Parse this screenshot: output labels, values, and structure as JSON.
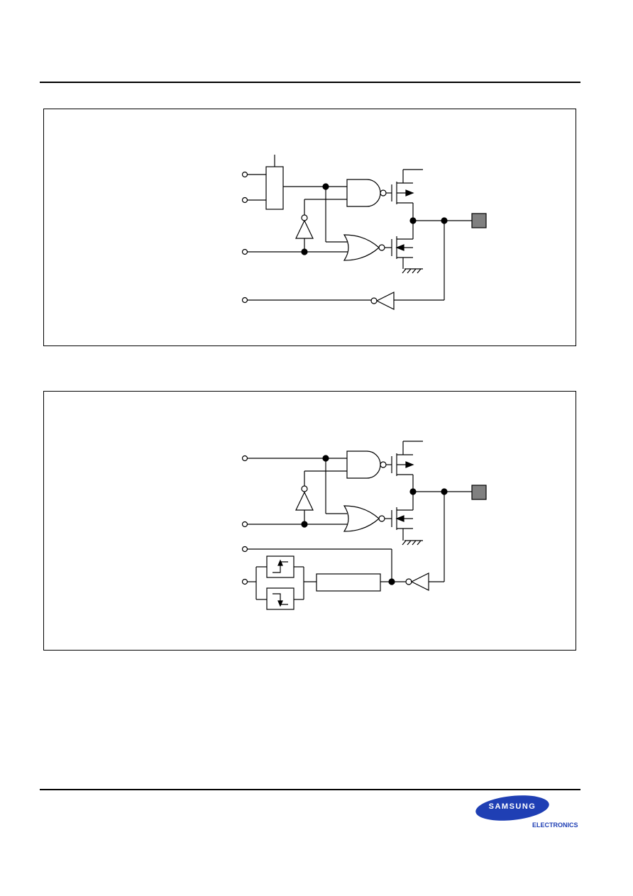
{
  "header": {},
  "figures": [
    {
      "id": "figure-1"
    },
    {
      "id": "figure-2"
    }
  ],
  "footer": {
    "brand": "SAMSUNG",
    "brand_sub": "ELECTRONICS"
  },
  "colors": {
    "line": "#000000",
    "pad_fill": "#808080",
    "brand_blue": "#1f3fb4"
  }
}
